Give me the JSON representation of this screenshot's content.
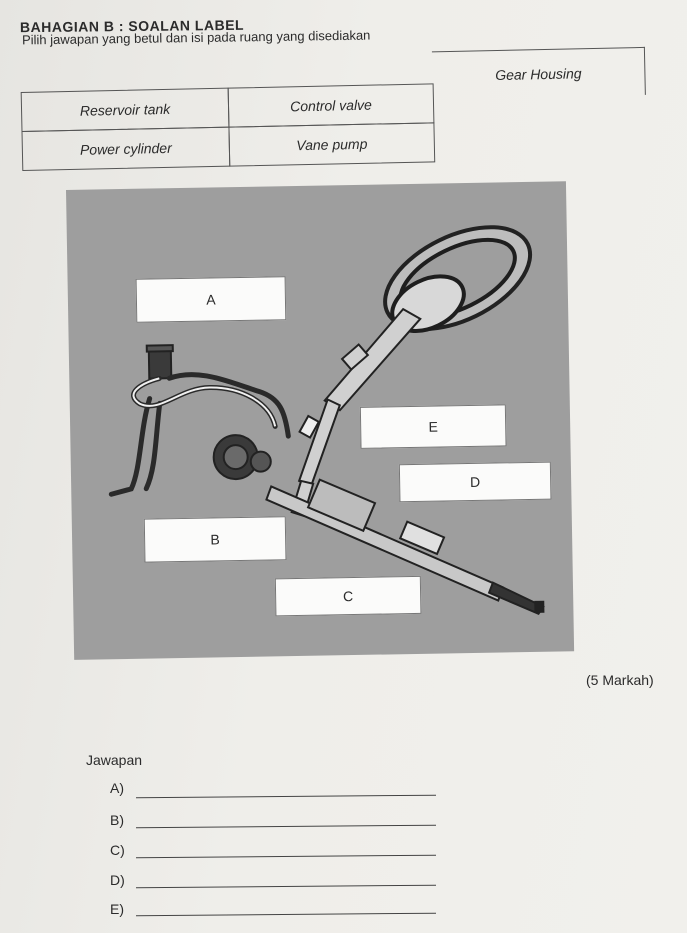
{
  "section_title": "BAHAGIAN  B : SOALAN LABEL",
  "instruction": "Pilih jawapan yang betul dan isi pada ruang yang disediakan",
  "options": [
    "Reservoir tank",
    "Control valve",
    "Gear Housing",
    "Power cylinder",
    "Vane pump"
  ],
  "figure_labels": {
    "a": "A",
    "b": "B",
    "c": "C",
    "d": "D",
    "e": "E"
  },
  "marks": "(5 Markah)",
  "answer_title": "Jawapan",
  "answers": [
    {
      "label": "A)"
    },
    {
      "label": "B)"
    },
    {
      "label": "C)"
    },
    {
      "label": "D)"
    },
    {
      "label": "E)"
    }
  ]
}
